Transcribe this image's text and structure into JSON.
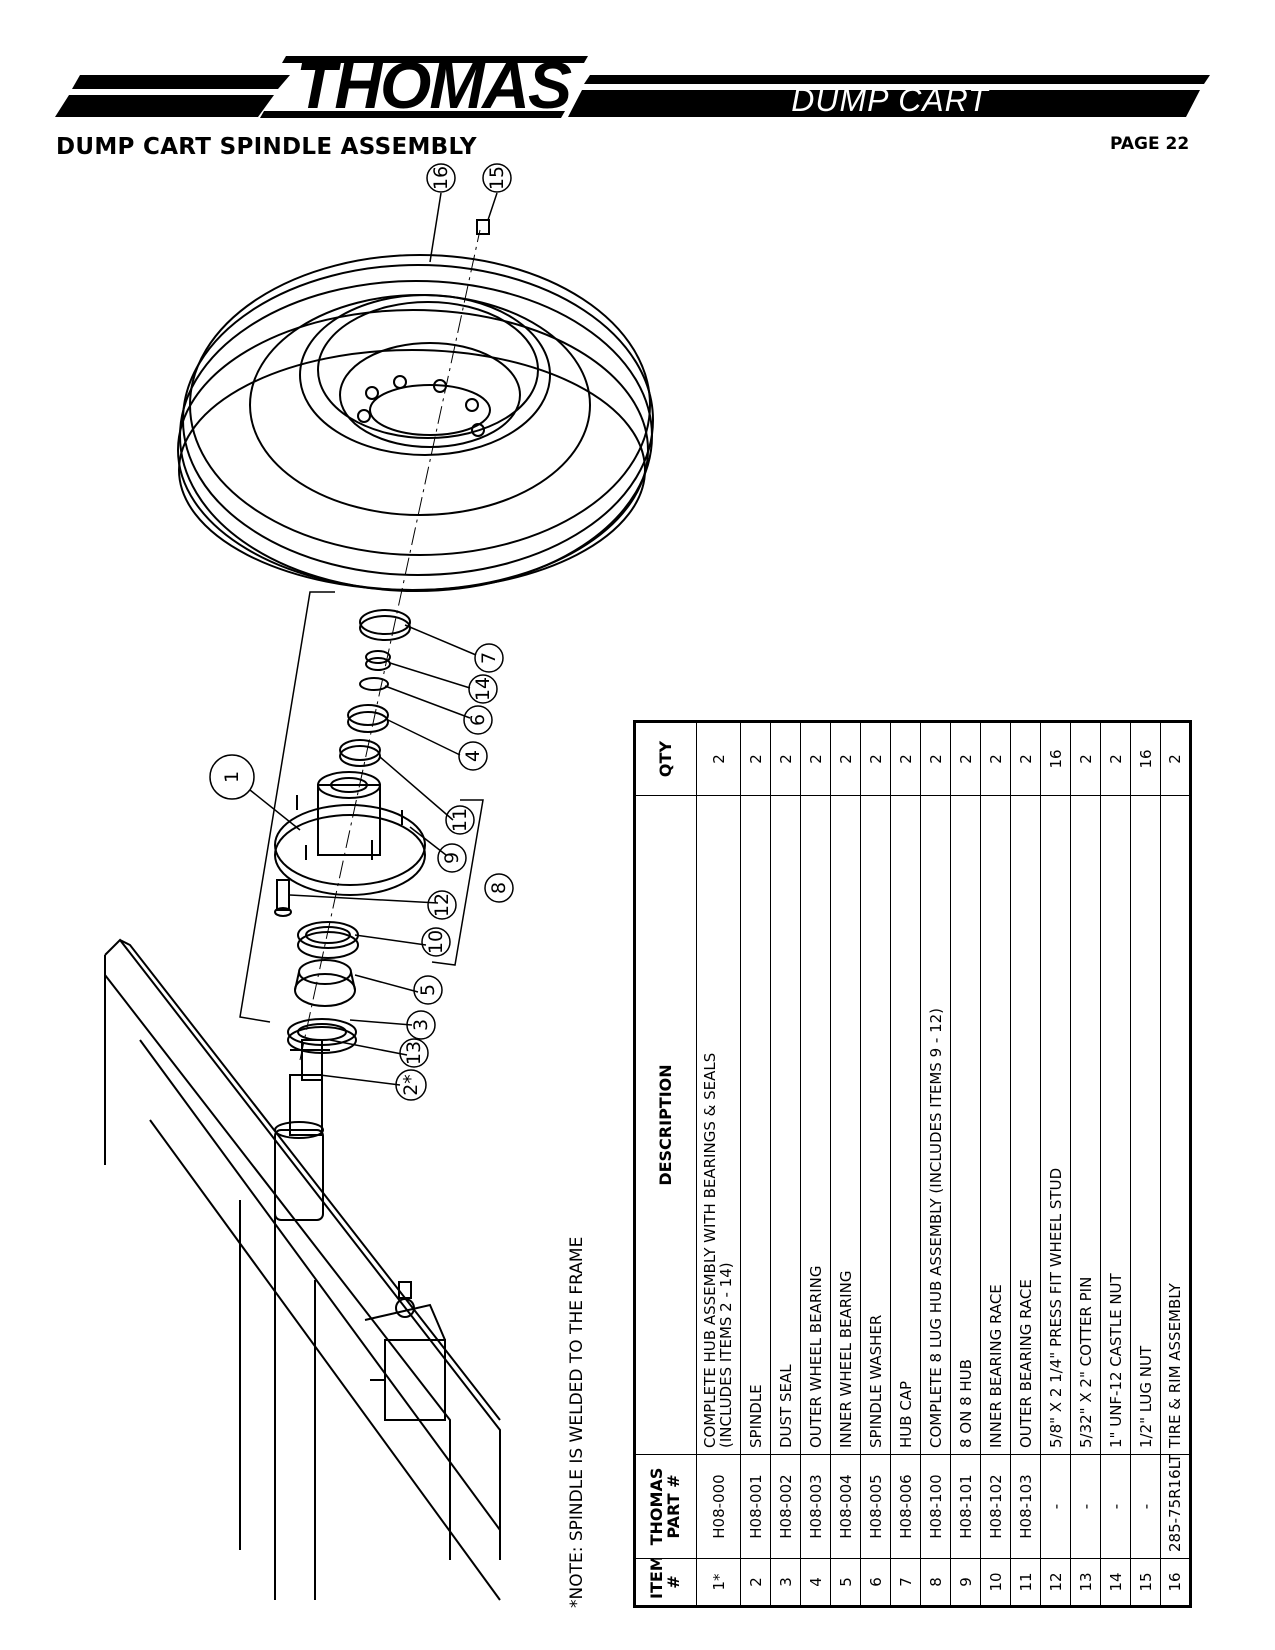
{
  "header": {
    "brand": "THOMAS",
    "product": "DUMP CART",
    "title": "DUMP CART SPINDLE ASSEMBLY",
    "page": "PAGE 22"
  },
  "callouts": [
    "16",
    "15",
    "7",
    "14",
    "6",
    "4",
    "11",
    "1",
    "9",
    "8",
    "12",
    "10",
    "5",
    "3",
    "13",
    "2*"
  ],
  "note": "*NOTE: SPINDLE IS WELDED TO THE FRAME",
  "table": {
    "headers": {
      "item": "ITEM #",
      "part": "THOMAS PART #",
      "description": "DESCRIPTION",
      "qty": "QTY"
    },
    "rows": [
      {
        "item": "1*",
        "part": "H08-000",
        "description": "COMPLETE HUB ASSEMBLY WITH BEARINGS & SEALS",
        "description2": "(INCLUDES ITEMS 2 - 14)",
        "qty": "2"
      },
      {
        "item": "2",
        "part": "H08-001",
        "description": "SPINDLE",
        "qty": "2"
      },
      {
        "item": "3",
        "part": "H08-002",
        "description": "DUST SEAL",
        "qty": "2"
      },
      {
        "item": "4",
        "part": "H08-003",
        "description": "OUTER WHEEL BEARING",
        "qty": "2"
      },
      {
        "item": "5",
        "part": "H08-004",
        "description": "INNER WHEEL BEARING",
        "qty": "2"
      },
      {
        "item": "6",
        "part": "H08-005",
        "description": "SPINDLE WASHER",
        "qty": "2"
      },
      {
        "item": "7",
        "part": "H08-006",
        "description": "HUB CAP",
        "qty": "2"
      },
      {
        "item": "8",
        "part": "H08-100",
        "description": "COMPLETE 8 LUG HUB ASSEMBLY (INCLUDES ITEMS 9 - 12)",
        "qty": "2"
      },
      {
        "item": "9",
        "part": "H08-101",
        "description": "8 ON 8 HUB",
        "qty": "2"
      },
      {
        "item": "10",
        "part": "H08-102",
        "description": "INNER BEARING RACE",
        "qty": "2"
      },
      {
        "item": "11",
        "part": "H08-103",
        "description": "OUTER BEARING RACE",
        "qty": "2"
      },
      {
        "item": "12",
        "part": "-",
        "description": "5/8\" X 2 1/4\" PRESS FIT WHEEL STUD",
        "qty": "16"
      },
      {
        "item": "13",
        "part": "-",
        "description": "5/32\" X 2\" COTTER PIN",
        "qty": "2"
      },
      {
        "item": "14",
        "part": "-",
        "description": "1\" UNF-12 CASTLE NUT",
        "qty": "2"
      },
      {
        "item": "15",
        "part": "-",
        "description": "1/2\" LUG NUT",
        "qty": "16"
      },
      {
        "item": "16",
        "part": "285-75R16LT",
        "description": "TIRE & RIM ASSEMBLY",
        "qty": "2"
      }
    ]
  }
}
